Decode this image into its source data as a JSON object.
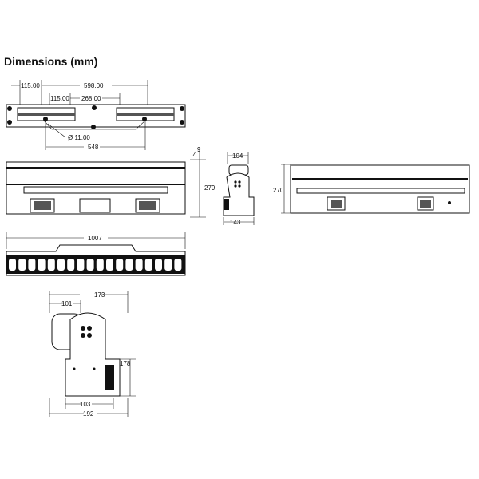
{
  "title": "Dimensions (mm)",
  "top_view": {
    "dim_115_outer": "115.00",
    "dim_598": "598.00",
    "dim_115_inner": "115.00",
    "dim_268": "268.00",
    "dim_hole": "Ø 11.00",
    "dim_548": "548"
  },
  "front_view": {
    "dim_9": "9",
    "dim_279": "279"
  },
  "side_view": {
    "dim_104": "104",
    "dim_143": "143"
  },
  "rear_view": {
    "dim_270": "270"
  },
  "lens_view": {
    "dim_1007": "1007"
  },
  "side_detail": {
    "dim_173": "173",
    "dim_101": "101",
    "dim_178": "178",
    "dim_103": "103",
    "dim_192": "192"
  }
}
